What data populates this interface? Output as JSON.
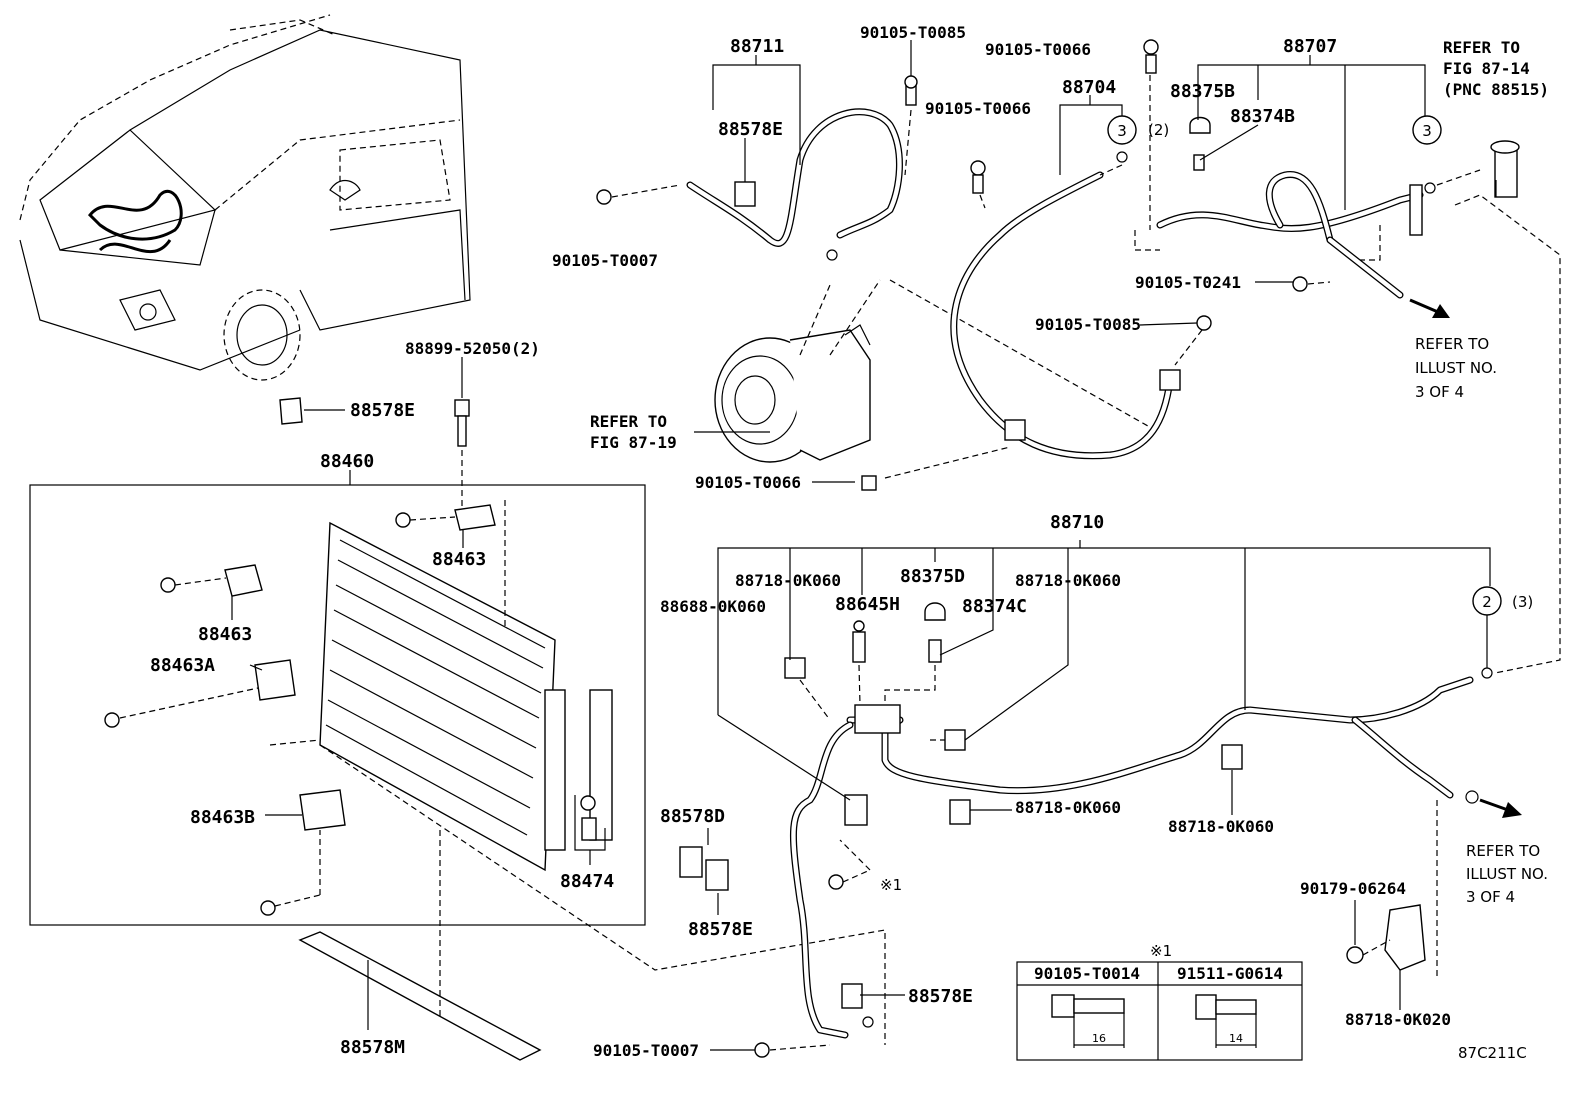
{
  "parts": {
    "p88711": "88711",
    "p90105_T0085_top": "90105-T0085",
    "p90105_T0066_top": "90105-T0066",
    "p88707": "88707",
    "p88704": "88704",
    "p90105_T0066_mid": "90105-T0066",
    "p88375B": "88375B",
    "p88374B": "88374B",
    "p88578E_top": "88578E",
    "p90105_T0007_top": "90105-T0007",
    "p90105_T0241": "90105-T0241",
    "p90105_T0085_mid": "90105-T0085",
    "p88899": "88899-52050(2)",
    "p88578E_left": "88578E",
    "p90105_T0066_low": "90105-T0066",
    "p88460": "88460",
    "p88463_a": "88463",
    "p88463_b": "88463",
    "p88463A": "88463A",
    "p88463B": "88463B",
    "p88474": "88474",
    "p88710": "88710",
    "p88718_0K060_a": "88718-0K060",
    "p88375D": "88375D",
    "p88718_0K060_b": "88718-0K060",
    "p88688": "88688-0K060",
    "p88645H": "88645H",
    "p88374C": "88374C",
    "p88718_0K060_c": "88718-0K060",
    "p88718_0K060_d": "88718-0K060",
    "p88578D": "88578D",
    "p88578E_low": "88578E",
    "p88578E_bottom": "88578E",
    "p88578M": "88578M",
    "p90105_T0007_bottom": "90105-T0007",
    "p90179": "90179-06264",
    "p88718_0K020": "88718-0K020"
  },
  "callouts": {
    "c3_a": "3",
    "c3_a_qty": "(2)",
    "c3_b": "3",
    "c2": "2",
    "c2_qty": "(3)",
    "mark1": "※1",
    "mark1_table": "※1"
  },
  "notes": {
    "refer_fig_87_14_l1": "REFER TO",
    "refer_fig_87_14_l2": "FIG 87-14",
    "refer_fig_87_14_l3": "(PNC 88515)",
    "refer_fig_87_19_l1": "REFER TO",
    "refer_fig_87_19_l2": "FIG 87-19",
    "refer_illust_a_l1": "REFER TO",
    "refer_illust_a_l2": "ILLUST NO.",
    "refer_illust_a_l3": "3 OF 4",
    "refer_illust_b_l1": "REFER TO",
    "refer_illust_b_l2": "ILLUST NO.",
    "refer_illust_b_l3": "3 OF 4"
  },
  "bolt_table": {
    "col1": "90105-T0014",
    "col1_dim": "16",
    "col2": "91511-G0614",
    "col2_dim": "14"
  },
  "figure_code": "87C211C"
}
